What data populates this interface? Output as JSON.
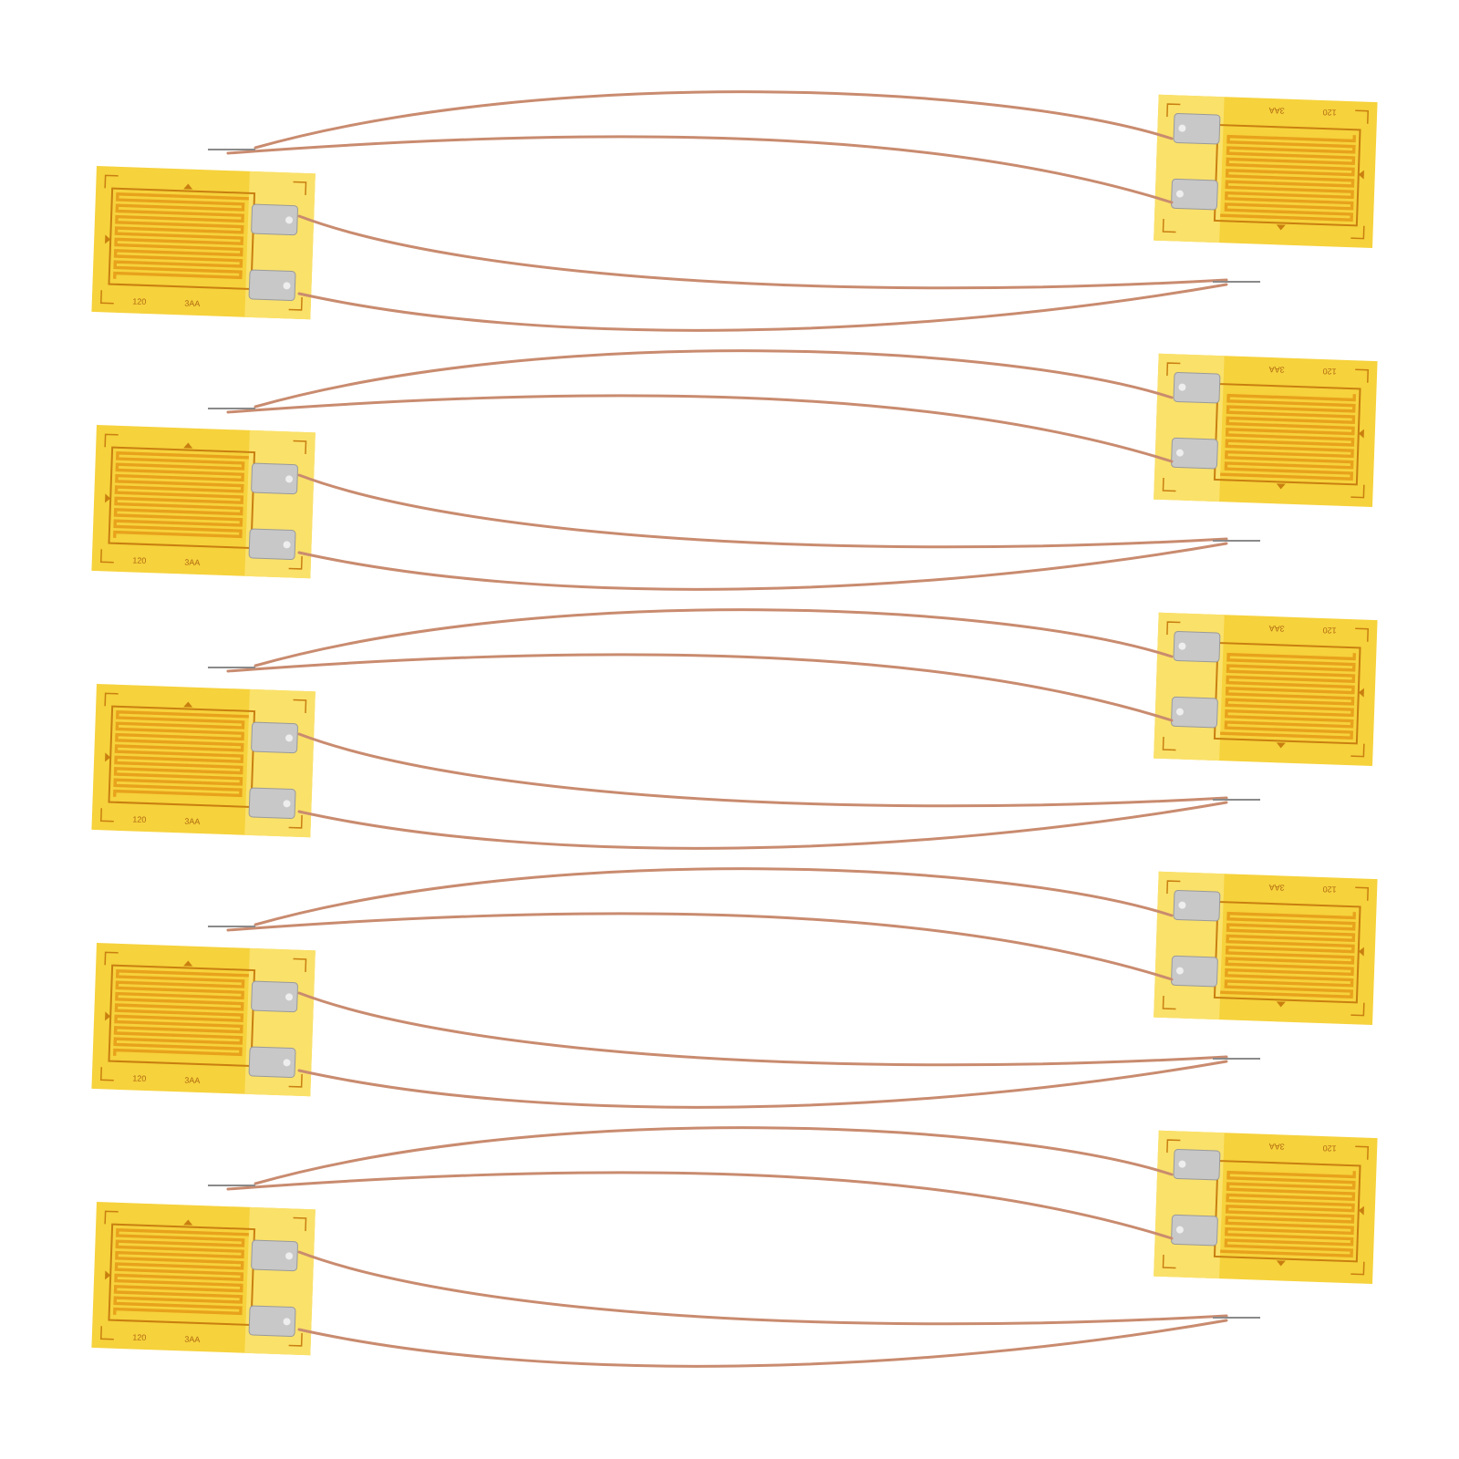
{
  "image": {
    "subject": "strain gauges with lead wires",
    "background_color": "#ffffff",
    "colors": {
      "backing": "#f6d23c",
      "backing_light": "#fae16a",
      "grid": "#e8a21c",
      "grid_dark": "#c97f10",
      "pad": "#c8c8c8",
      "wire": "#c98b6f"
    }
  },
  "gauges": {
    "labels": {
      "model": "3AA",
      "resistance": "120"
    },
    "left_column_count": 5,
    "right_column_count": 5
  }
}
